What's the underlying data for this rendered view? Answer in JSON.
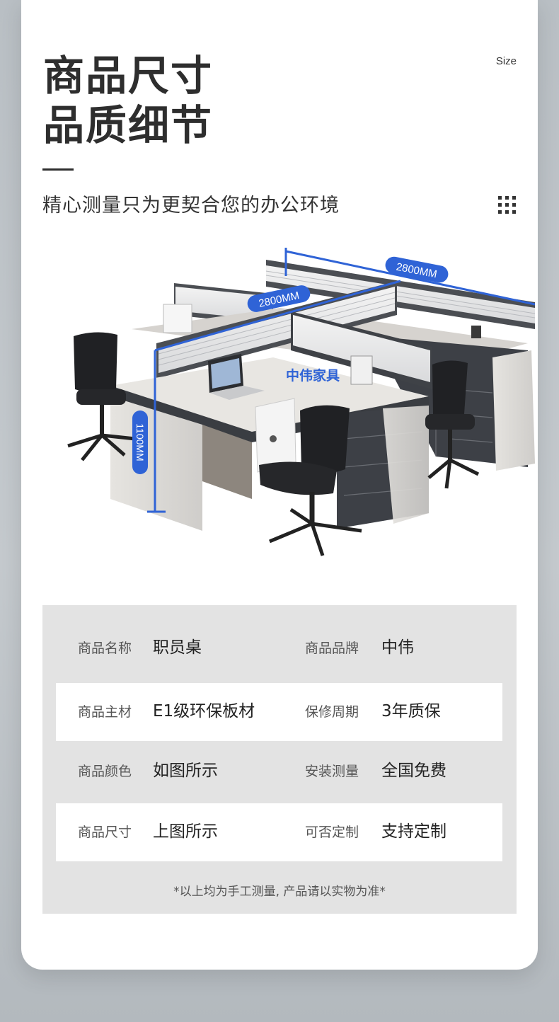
{
  "header": {
    "title_line1": "商品尺寸",
    "title_line2": "品质细节",
    "size_label": "Size",
    "subtitle": "精心测量只为更契合您的办公环境",
    "menu_icon": "grid-dots-icon"
  },
  "illustration": {
    "dim_top_left": "2800MM",
    "dim_top_right": "2800MM",
    "dim_height": "1100MM",
    "brand_watermark": "中伟家具",
    "accent_color": "#2f63d6"
  },
  "specs": {
    "rows": [
      {
        "k1": "商品名称",
        "v1": "职员桌",
        "k2": "商品品牌",
        "v2": "中伟"
      },
      {
        "k1": "商品主材",
        "v1": "E1级环保板材",
        "k2": "保修周期",
        "v2": "3年质保"
      },
      {
        "k1": "商品颜色",
        "v1": "如图所示",
        "k2": "安装测量",
        "v2": "全国免费"
      },
      {
        "k1": "商品尺寸",
        "v1": "上图所示",
        "k2": "可否定制",
        "v2": "支持定制"
      }
    ],
    "note": "*以上均为手工测量, 产品请以实物为准*"
  }
}
